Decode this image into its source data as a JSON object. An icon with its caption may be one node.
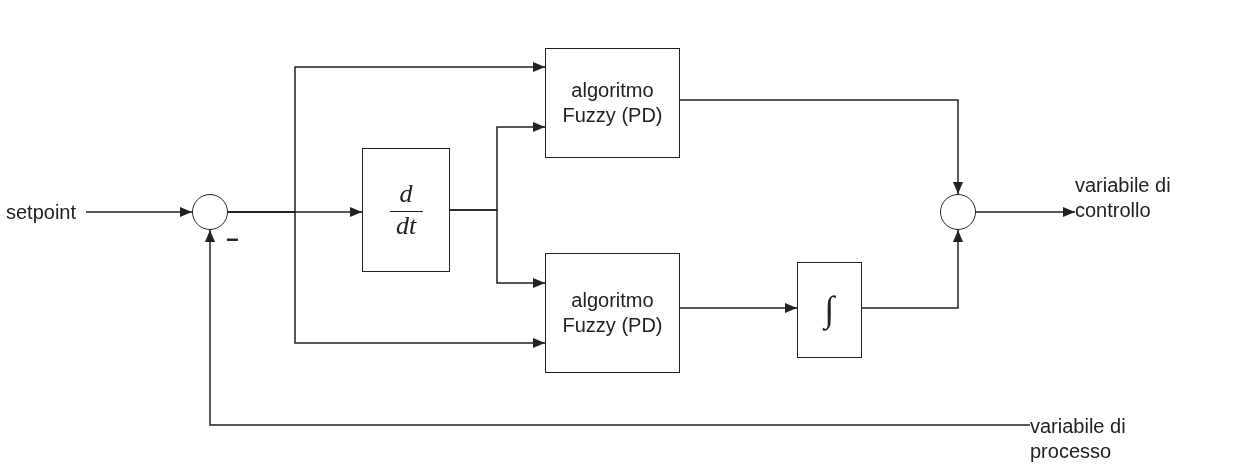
{
  "diagram": {
    "nodes": [
      {
        "text": [
          "setpoint"
        ]
      },
      {
        "text": [],
        "shape": "circle"
      },
      {
        "text": [
          "d",
          "dt"
        ]
      },
      {
        "text": [
          "algoritmo Fuzzy (PD)"
        ]
      },
      {
        "text": [
          "algoritmo Fuzzy (PD)"
        ]
      },
      {
        "text": [
          "∫"
        ]
      },
      {
        "text": [],
        "shape": "circle"
      },
      {
        "text": [
          "variabile di controllo"
        ]
      },
      {
        "text": [
          "variabile di processo"
        ]
      }
    ],
    "edges": [
      {
        "from": 0,
        "to": 1,
        "arrow": "to"
      },
      {
        "from": 1,
        "to": 3,
        "arrow": "to"
      },
      {
        "from": 1,
        "to": 2,
        "arrow": "to"
      },
      {
        "from": 1,
        "to": 4,
        "arrow": "to"
      },
      {
        "from": 2,
        "to": 3,
        "arrow": "to"
      },
      {
        "from": 2,
        "to": 4,
        "arrow": "to"
      },
      {
        "from": 3,
        "to": 6,
        "arrow": "to"
      },
      {
        "from": 4,
        "to": 5,
        "arrow": "to"
      },
      {
        "from": 5,
        "to": 6,
        "arrow": "to"
      },
      {
        "from": 6,
        "to": 7,
        "arrow": "to"
      },
      {
        "from": 8,
        "to": 1,
        "arrow": "to"
      }
    ],
    "labels": [
      "−"
    ]
  }
}
